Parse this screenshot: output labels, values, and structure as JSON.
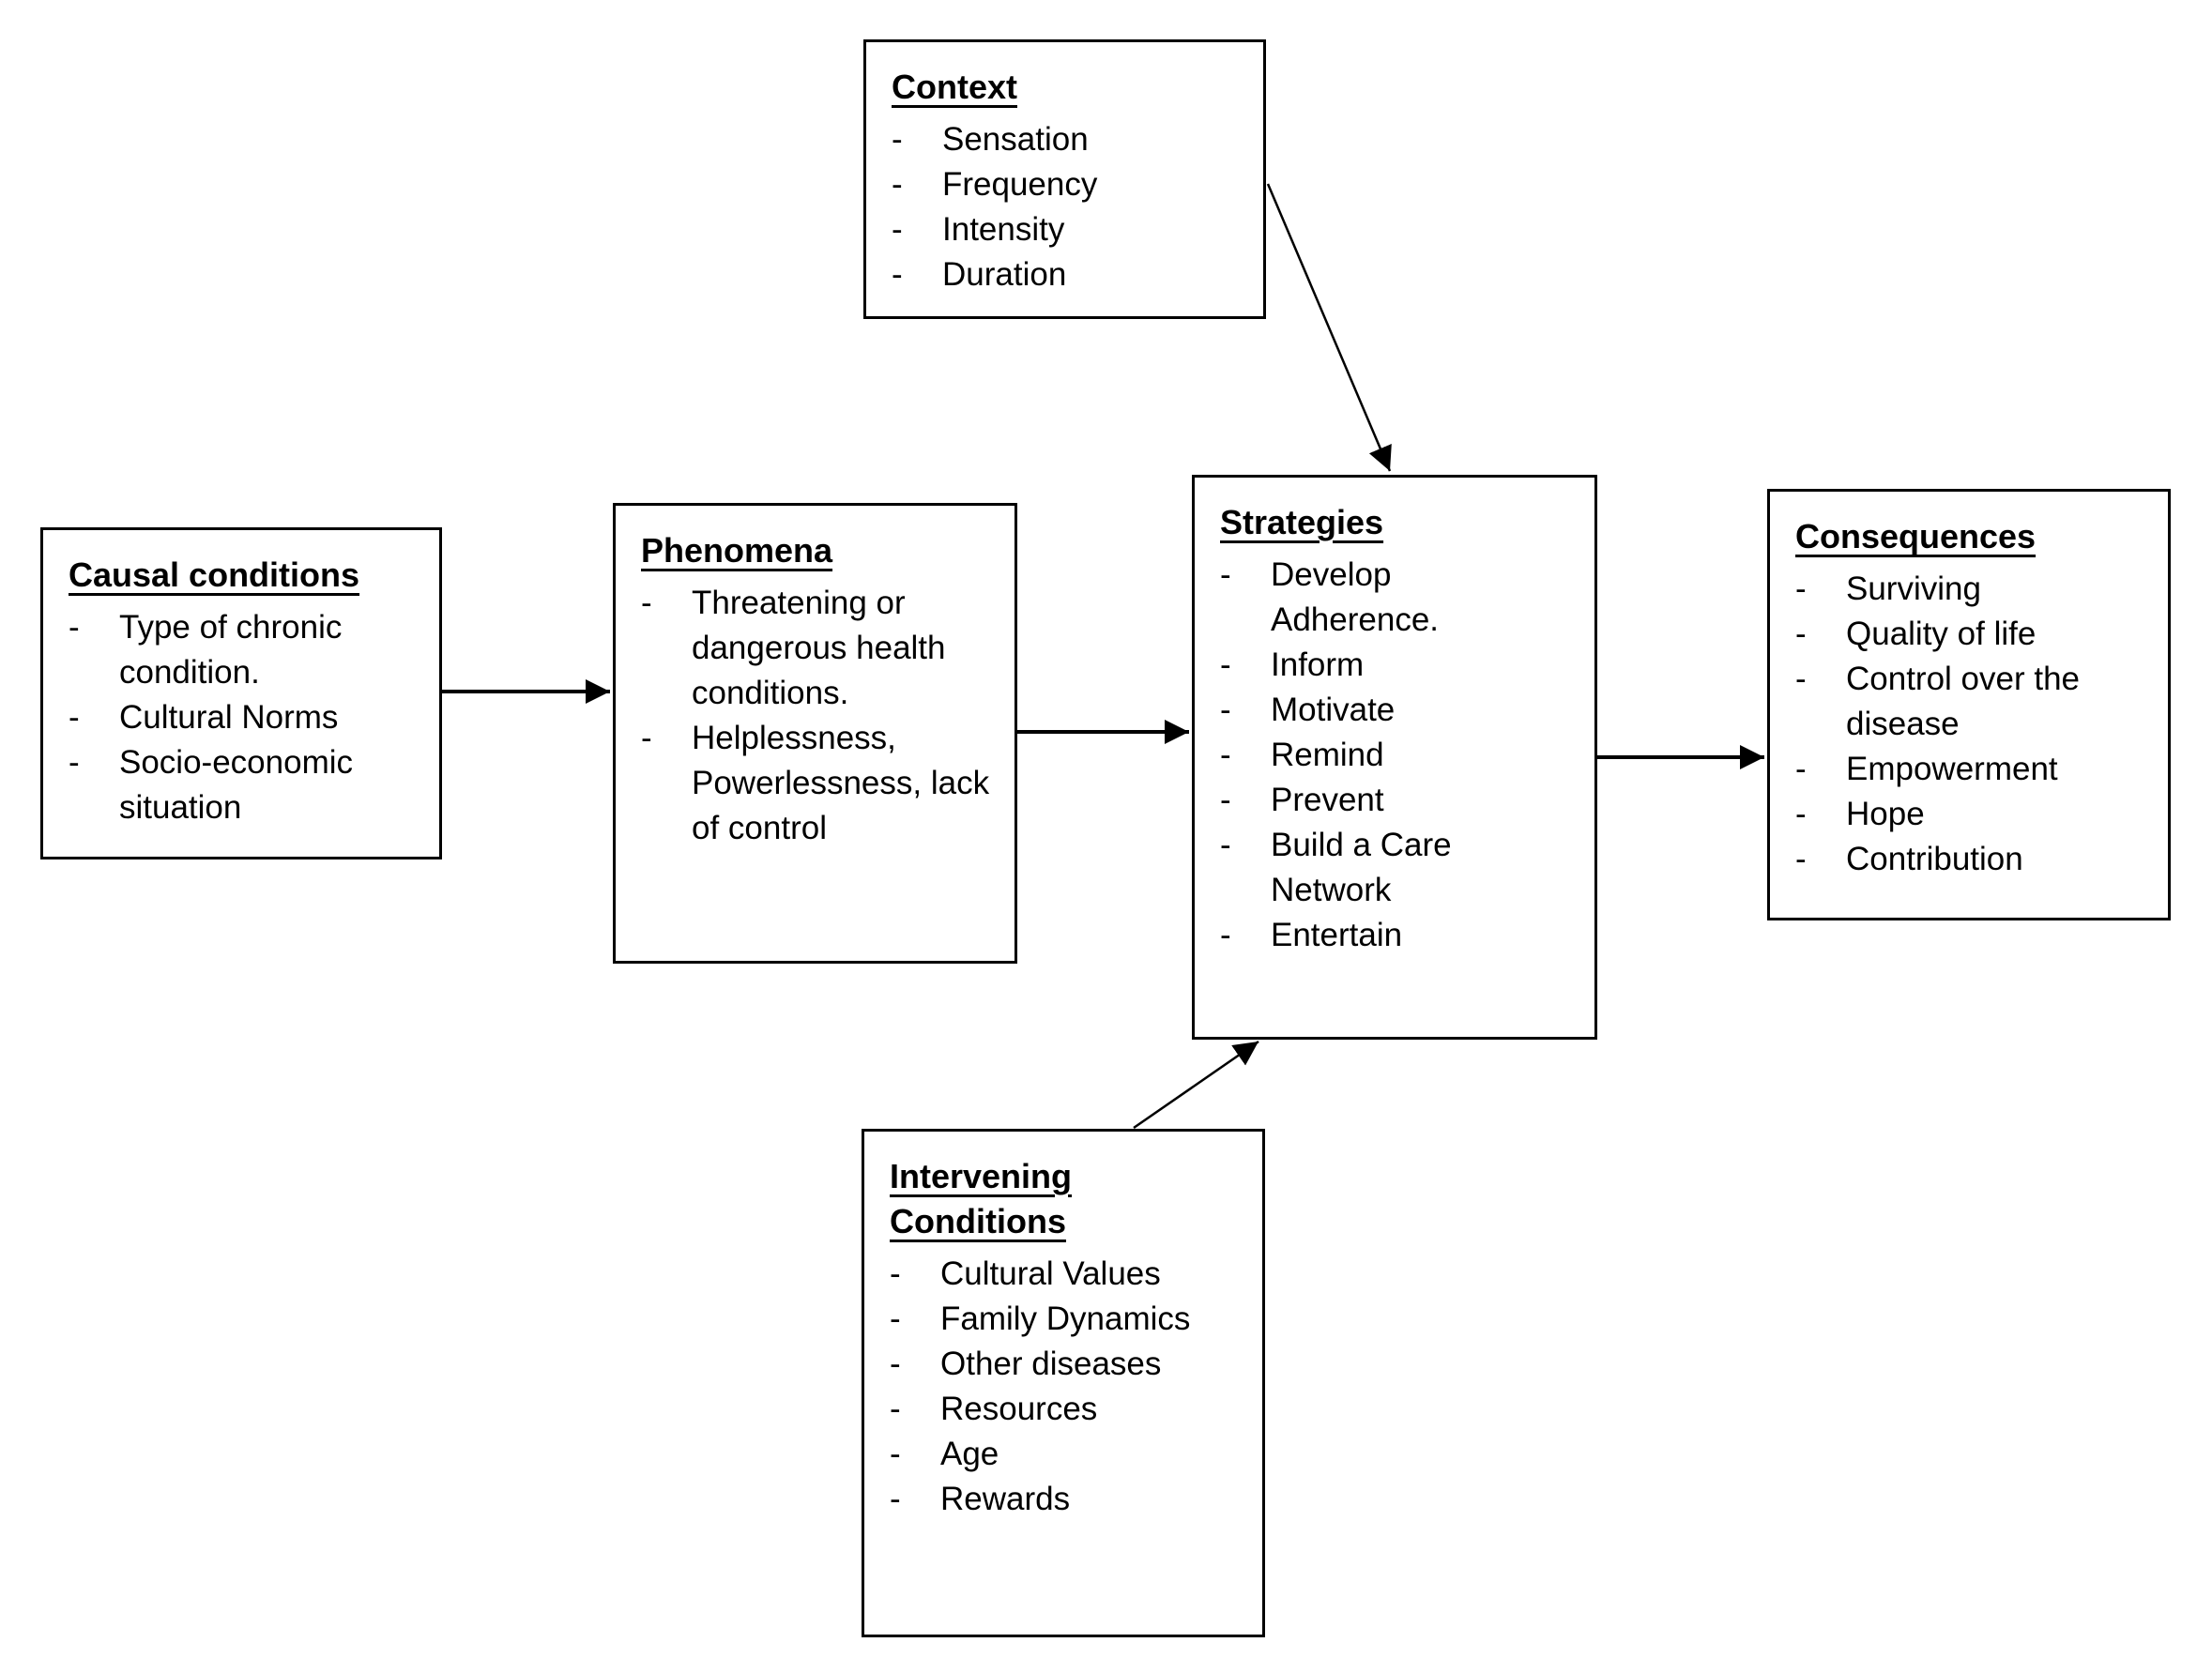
{
  "diagram": {
    "boxes": {
      "context": {
        "title": "Context",
        "items": [
          "Sensation",
          "Frequency",
          "Intensity",
          "Duration"
        ]
      },
      "causal": {
        "title": "Causal conditions",
        "items": [
          "Type of chronic condition.",
          "Cultural Norms",
          "Socio-economic situation"
        ]
      },
      "phenomena": {
        "title": "Phenomena",
        "items": [
          "Threatening or dangerous health conditions.",
          "Helplessness, Powerlessness, lack of control"
        ]
      },
      "strategies": {
        "title": "Strategies",
        "items": [
          "Develop Adherence.",
          "Inform",
          "Motivate",
          "Remind",
          "Prevent",
          "Build a Care Network",
          "Entertain"
        ]
      },
      "consequences": {
        "title": "Consequences",
        "items": [
          "Surviving",
          "Quality of life",
          "Control over the disease",
          "Empowerment",
          "Hope",
          "Contribution"
        ]
      },
      "intervening": {
        "title": "Intervening Conditions",
        "items": [
          "Cultural Values",
          "Family Dynamics",
          "Other diseases",
          "Resources",
          "Age",
          "Rewards"
        ]
      }
    },
    "arrows": [
      {
        "from": "causal",
        "to": "phenomena"
      },
      {
        "from": "phenomena",
        "to": "strategies"
      },
      {
        "from": "context",
        "to": "strategies"
      },
      {
        "from": "intervening",
        "to": "strategies"
      },
      {
        "from": "strategies",
        "to": "consequences"
      }
    ],
    "colors": {
      "background": "#ffffff",
      "box_border": "#000000",
      "text": "#000000",
      "arrow": "#000000"
    }
  }
}
